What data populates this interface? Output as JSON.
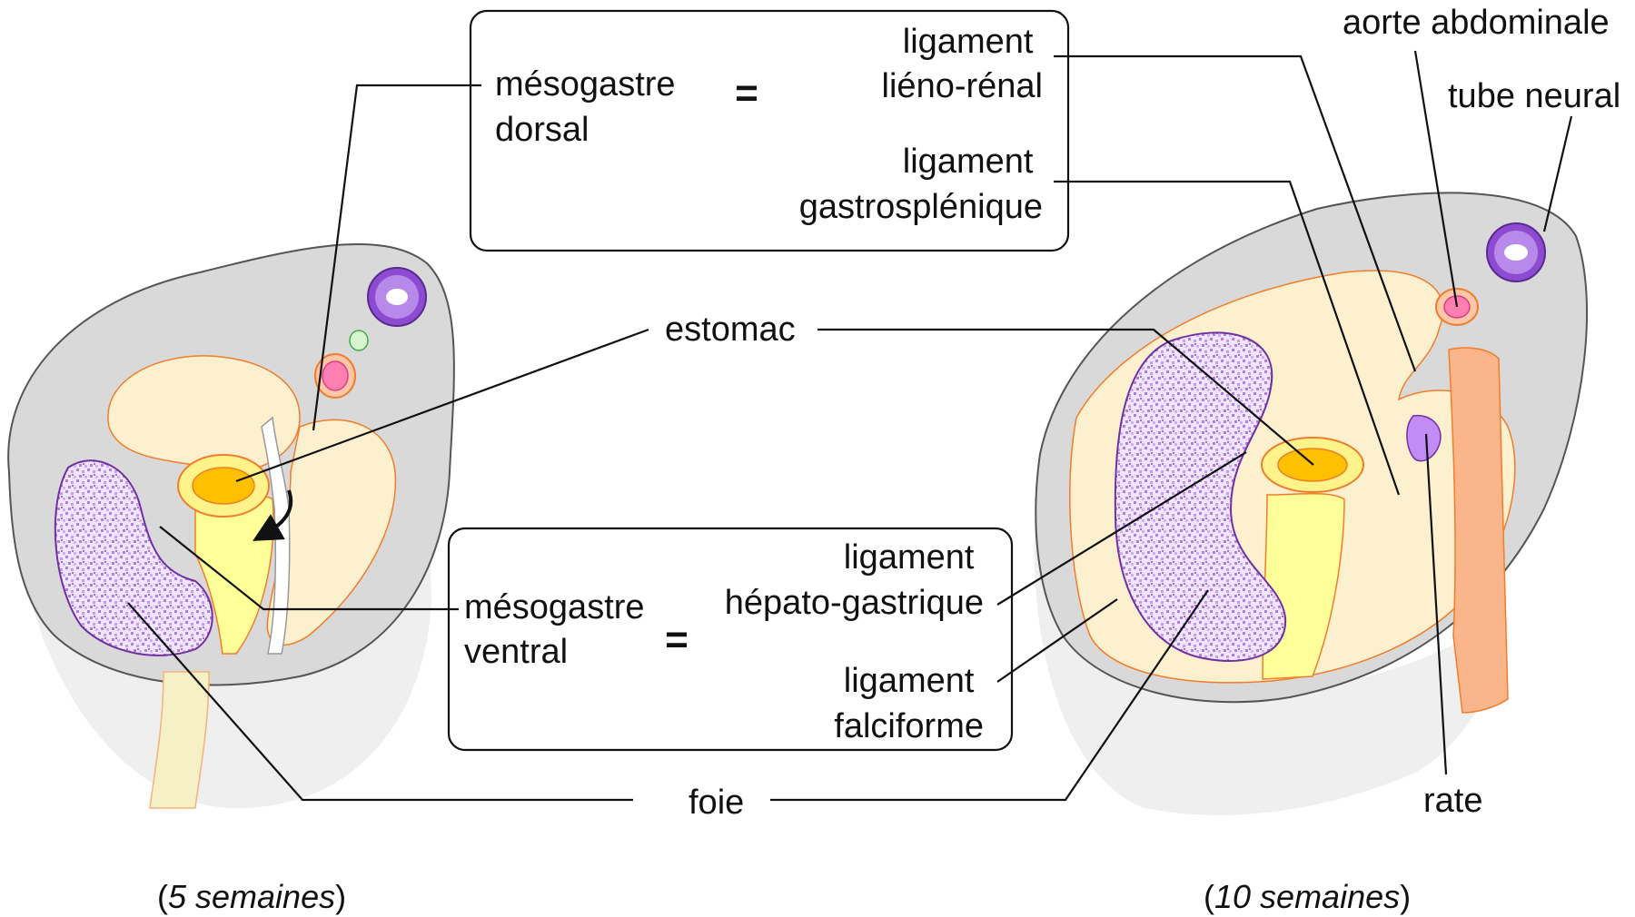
{
  "labels": {
    "mesogastre_dorsal": [
      "mésogastre",
      "dorsal"
    ],
    "mesogastre_ventral": [
      "mésogastre",
      "ventral"
    ],
    "ligament_lieno_renal": [
      "ligament",
      "liéno-rénal"
    ],
    "ligament_gastrosplenique": [
      "ligament",
      "gastrosplénique"
    ],
    "ligament_hepato_gastrique": [
      "ligament",
      "hépato-gastrique"
    ],
    "ligament_falciforme": [
      "ligament",
      "falciforme"
    ],
    "estomac": "estomac",
    "foie": "foie",
    "aorte_abdominale": "aorte abdominale",
    "tube_neural": "tube neural",
    "rate": "rate",
    "equals": "="
  },
  "captions": {
    "left": {
      "open": "(",
      "value": "5 semaines",
      "close": ")"
    },
    "right": {
      "open": "(",
      "value": "10 semaines",
      "close": ")"
    }
  },
  "colors": {
    "body_gray": "#d9d9d9",
    "shadow_gray": "#efefef",
    "peritoneal_cream": "#fdf0cf",
    "mesentery_yellow": "#ffff99",
    "stomach_orange": "#ffc000",
    "liver_purple": "#c9a3f0",
    "aorta_pink": "#ff7fb2",
    "neural_purple": "#8c4bd1",
    "outline_orange": "#f07d2b"
  }
}
